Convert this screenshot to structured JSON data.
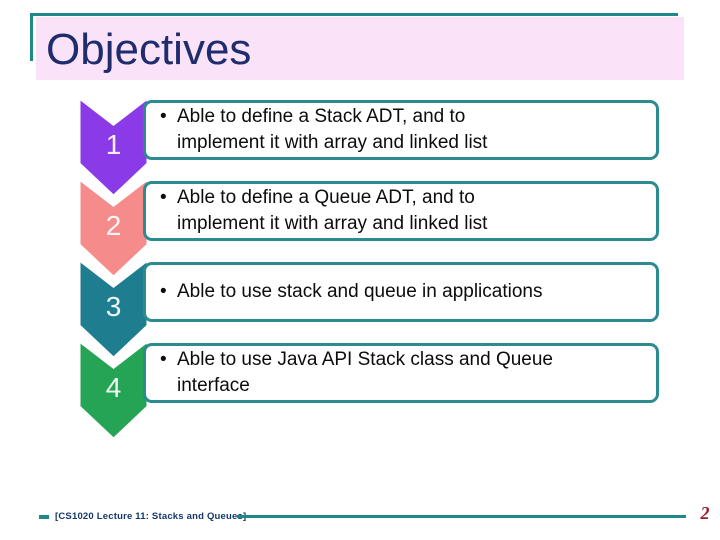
{
  "title": "Objectives",
  "bullet": "•",
  "objectives": [
    {
      "number": "1",
      "color": "#8b3ae8",
      "lines": [
        "Able to define a Stack ADT, and to",
        "implement it with array and linked list"
      ]
    },
    {
      "number": "2",
      "color": "#f58b8b",
      "lines": [
        "Able to define a Queue ADT, and to",
        "implement it with array and linked list"
      ]
    },
    {
      "number": "3",
      "color": "#1e7e90",
      "lines": [
        "Able to use stack and queue in applications"
      ]
    },
    {
      "number": "4",
      "color": "#26a455",
      "lines": [
        "Able to use Java API Stack class and Queue",
        "interface"
      ]
    }
  ],
  "footer": {
    "text": "[CS1020 Lecture 11: Stacks and Queues]",
    "page_number": "2"
  },
  "colors": {
    "accent_teal": "#1e898b",
    "box_border_teal": "#2b8b8e",
    "banner_pink": "#fae3f8",
    "title_navy": "#1f2c6e",
    "footer_navy": "#14386a",
    "page_number_red": "#9c1b2d"
  }
}
